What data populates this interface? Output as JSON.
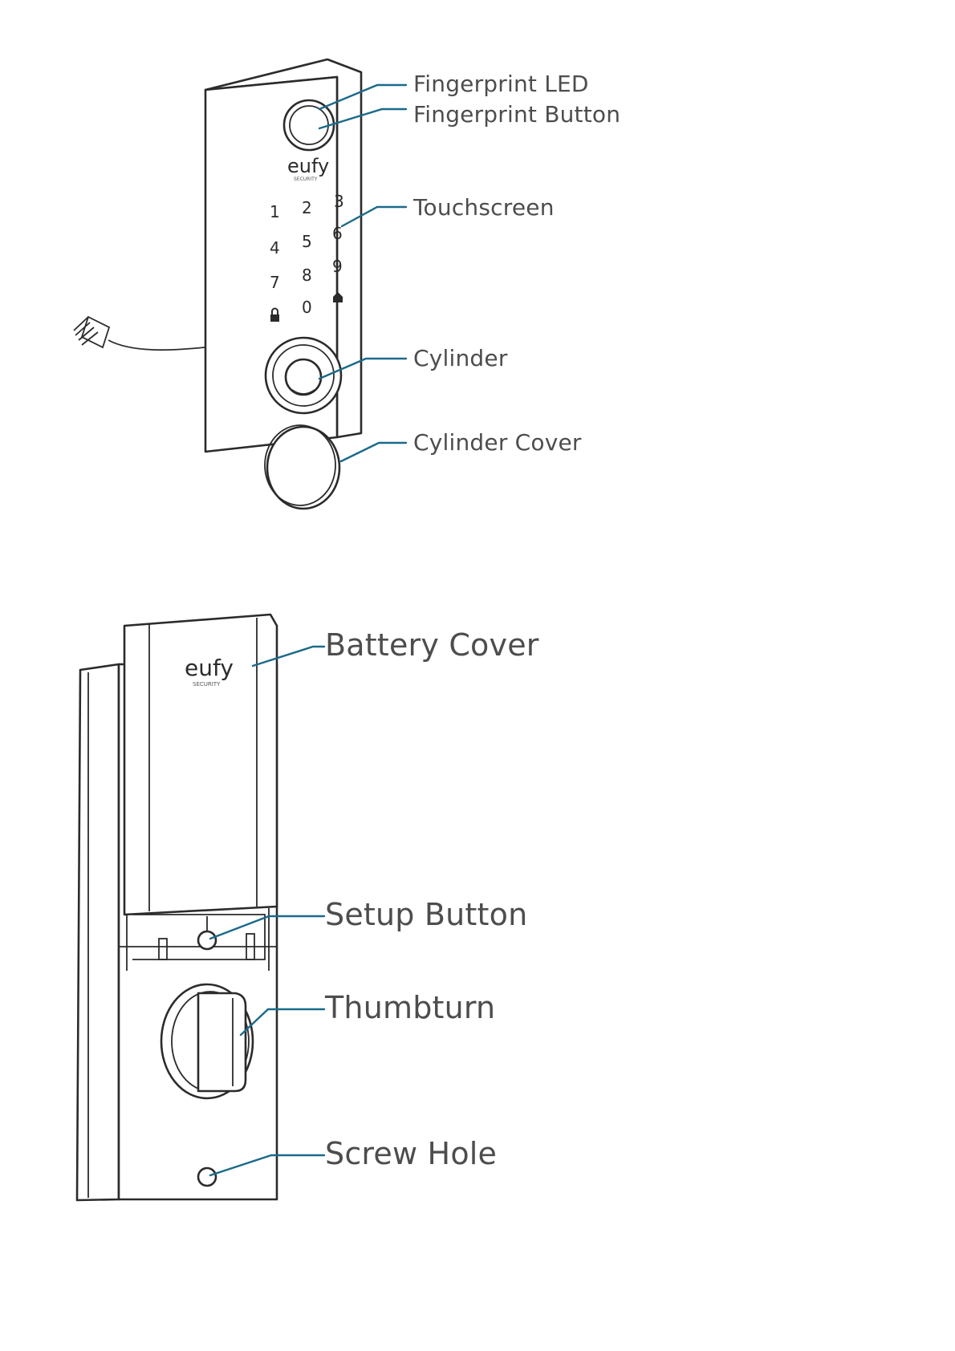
{
  "front_view": {
    "brand": "eufy",
    "brand_sub": "SECURITY",
    "keypad": [
      "1",
      "2",
      "3",
      "4",
      "5",
      "6",
      "7",
      "8",
      "9",
      "0"
    ],
    "labels": {
      "fingerprint_led": "Fingerprint LED",
      "fingerprint_button": "Fingerprint Button",
      "touchscreen": "Touchscreen",
      "cylinder": "Cylinder",
      "cylinder_cover": "Cylinder Cover"
    }
  },
  "back_view": {
    "brand": "eufy",
    "brand_sub": "SECURITY",
    "labels": {
      "battery_cover": "Battery Cover",
      "setup_button": "Setup Button",
      "thumbturn": "Thumbturn",
      "screw_hole": "Screw Hole"
    }
  },
  "colors": {
    "leader_line": "#1b6a8a",
    "outline": "#2b2b2b",
    "label_text": "#4d4d4d"
  }
}
